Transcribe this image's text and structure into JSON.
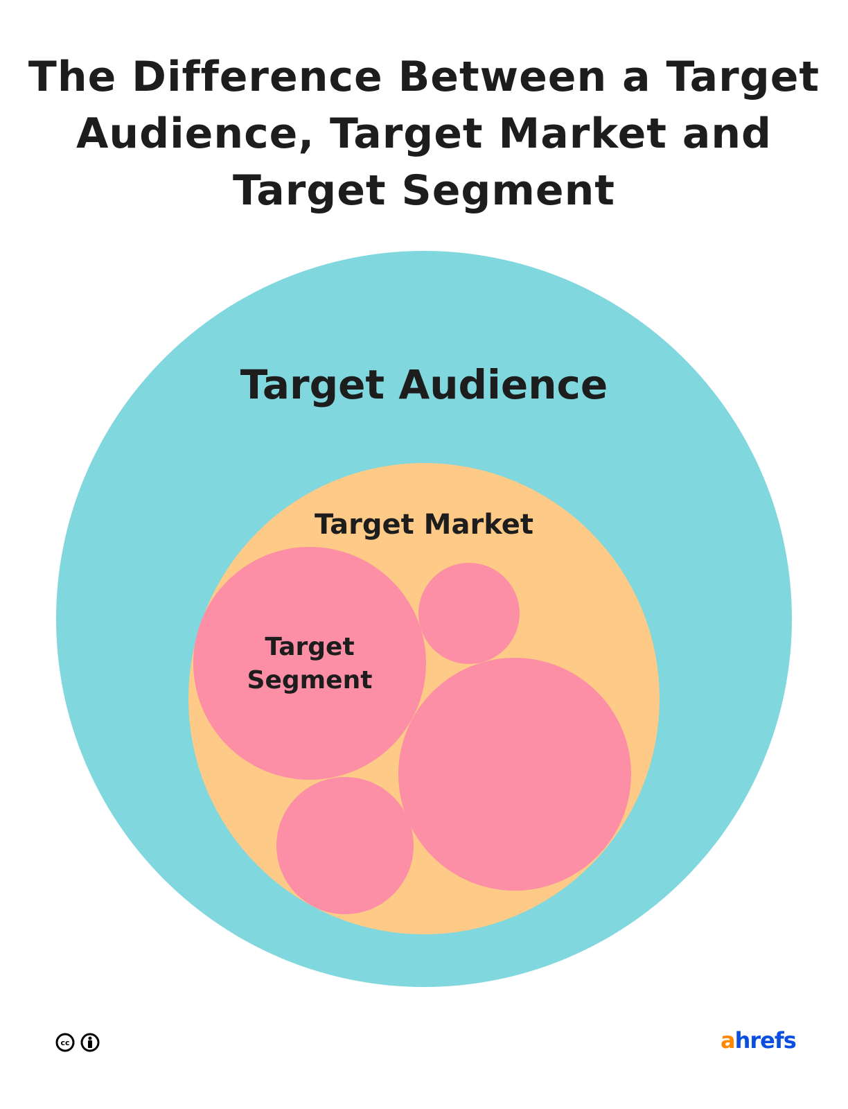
{
  "title": "The Difference Between a Target Audience, Target Market and Target Segment",
  "labels": {
    "audience": "Target Audience",
    "market": "Target Market",
    "segment_line1": "Target",
    "segment_line2": "Segment"
  },
  "colors": {
    "audience": "#80D7DE",
    "market": "#FDCA87",
    "segment": "#FC8FA6"
  },
  "footer": {
    "license_icons": [
      "creative-commons-icon",
      "attribution-icon"
    ],
    "logo_a": "a",
    "logo_rest": "hrefs",
    "logo_a_color": "#FF8800",
    "logo_color": "#0A4FE0"
  }
}
